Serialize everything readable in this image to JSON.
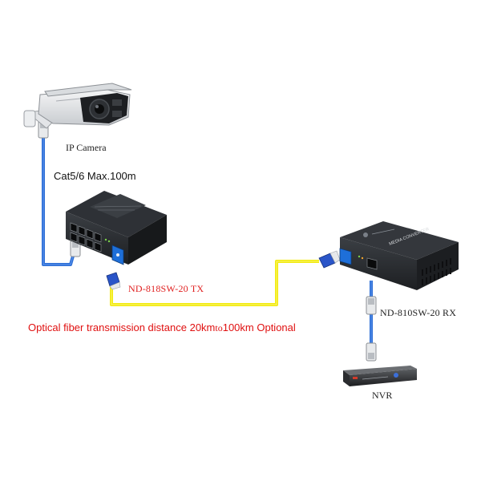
{
  "labels": {
    "camera": "IP Camera",
    "cable": "Cat5/6 Max.100m",
    "tx_device": "ND-818SW-20  TX",
    "rx_device": "ND-810SW-20  RX",
    "fiber_prefix": "Optical fiber transmission distance 20km",
    "fiber_mid": "to",
    "fiber_suffix": "100km Optional",
    "nvr": "NVR"
  },
  "device_text": {
    "rx_panel": "MEDIA CONVERTER"
  },
  "colors": {
    "ethernet_cable": "#2e6fd6",
    "fiber_cable": "#f2ea0e",
    "fiber_connector": "#2a55c8",
    "device_body": "#2a2d31",
    "nvr_accent": "#d23a2a",
    "tx_label": "#e02020",
    "fiber_label": "#e01010"
  }
}
